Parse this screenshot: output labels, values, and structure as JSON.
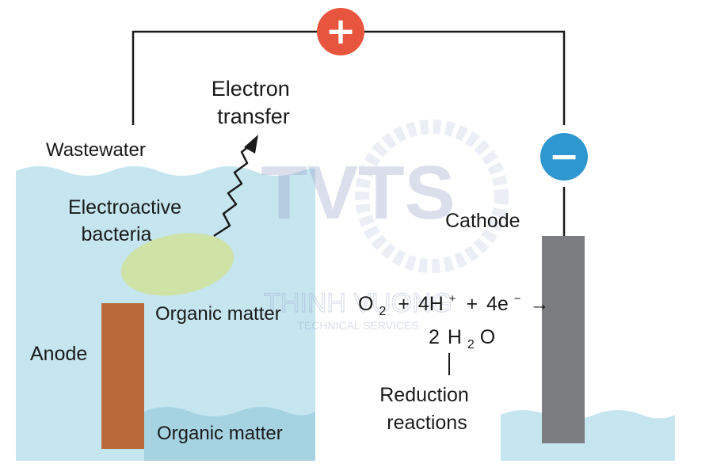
{
  "labels": {
    "wastewater": "Wastewater",
    "electron_transfer_line1": "Electron",
    "electron_transfer_line2": "transfer",
    "electroactive_line1": "Electroactive",
    "electroactive_line2": "bacteria",
    "organic_matter_upper": "Organic matter",
    "organic_matter_lower": "Organic matter",
    "anode": "Anode",
    "cathode": "Cathode",
    "reduction_line1": "Reduction",
    "reduction_line2": "reactions"
  },
  "reaction": {
    "o": "O",
    "o_sub": "2",
    "plus1": "+",
    "h_coef": "4H",
    "h_sup": "+",
    "plus2": "+",
    "e_coef": "4e",
    "e_sup": "−",
    "arrow": "→",
    "product_coef": "2",
    "product_h": "H",
    "product_sub": "2",
    "product_o": "O"
  },
  "terminals": {
    "positive_symbol": "+",
    "negative_symbol": "−"
  },
  "watermark": {
    "logo": "TVTS",
    "name": "THINH VUONG",
    "tagline": "TECHNICAL SERVICES"
  },
  "colors": {
    "water": "#c5e5ef",
    "water_deep": "#a6d3e2",
    "anode": "#b86a3a",
    "cathode": "#7b7d80",
    "bacteria": "#cfe3a6",
    "positive": "#e8553e",
    "negative": "#2f97cf",
    "wire": "#1a1a1a"
  }
}
